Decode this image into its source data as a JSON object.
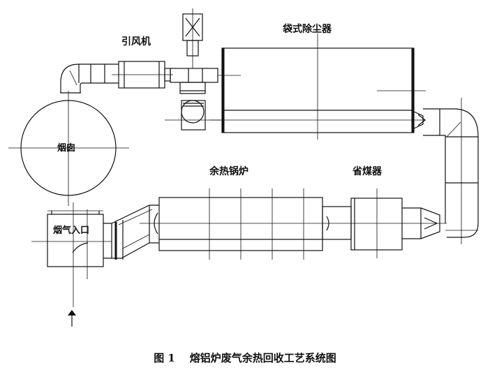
{
  "labels": {
    "fan": "引风机",
    "baghouse": "袋式除尘器",
    "chimney": "烟囱",
    "flue_inlet": "烟气入口",
    "waste_heat_boiler": "余热锅炉",
    "economizer": "省煤器"
  },
  "caption": {
    "figure_no": "图 1",
    "title": "熔铝炉废气余热回收工艺系统图"
  }
}
